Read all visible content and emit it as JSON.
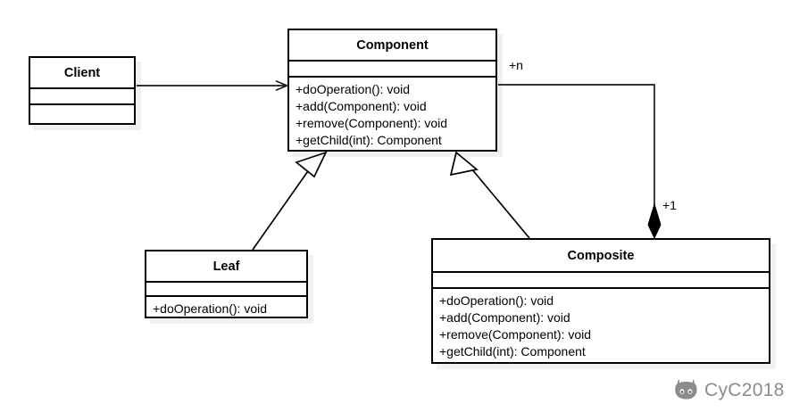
{
  "diagram": {
    "type": "uml-class-diagram",
    "pattern": "Composite",
    "classes": [
      {
        "id": "client",
        "name": "Client",
        "attributes": [],
        "methods": []
      },
      {
        "id": "component",
        "name": "Component",
        "attributes": [],
        "methods": [
          "+doOperation(): void",
          "+add(Component): void",
          "+remove(Component): void",
          "+getChild(int): Component"
        ]
      },
      {
        "id": "leaf",
        "name": "Leaf",
        "attributes": [],
        "methods": [
          "+doOperation(): void"
        ]
      },
      {
        "id": "composite",
        "name": "Composite",
        "attributes": [],
        "methods": [
          "+doOperation(): void",
          "+add(Component): void",
          "+remove(Component): void",
          "+getChild(int): Component"
        ]
      }
    ],
    "relations": [
      {
        "id": "client-to-component",
        "kind": "association",
        "arrowhead": "open",
        "from": "client",
        "to": "component",
        "label": ""
      },
      {
        "id": "leaf-to-component",
        "kind": "generalization",
        "arrowhead": "hollow-triangle",
        "from": "leaf",
        "to": "component",
        "label": ""
      },
      {
        "id": "composite-to-component",
        "kind": "generalization",
        "arrowhead": "hollow-triangle",
        "from": "composite",
        "to": "component",
        "label": ""
      },
      {
        "id": "component-to-composite",
        "kind": "composition",
        "arrowhead": "filled-diamond",
        "from": "component",
        "to": "composite",
        "source_multiplicity": "+n",
        "target_multiplicity": "+1"
      }
    ],
    "multiplicity_labels": {
      "source": "+n",
      "target": "+1"
    }
  },
  "watermark": {
    "icon": "github-octocat-icon",
    "text": "CyC2018"
  },
  "colors": {
    "background": "#ffffff",
    "stroke": "#000000",
    "box_fill": "#ffffff",
    "shadow": "#f0f0f0",
    "watermark_text": "#8c8c8c"
  }
}
